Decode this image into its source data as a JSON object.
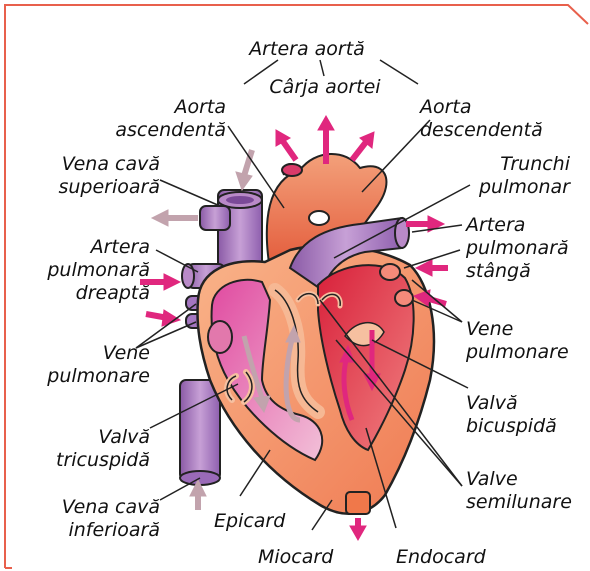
{
  "labels": {
    "artera_aorta": "Artera aortă",
    "carja_aortei": "Cârja aortei",
    "aorta_ascendenta": [
      "Aorta",
      "ascendentă"
    ],
    "aorta_descendenta": [
      "Aorta",
      "descendentă"
    ],
    "vena_cava_superioara": [
      "Vena cavă",
      "superioară"
    ],
    "trunchi_pulmonar": [
      "Trunchi",
      "pulmonar"
    ],
    "artera_pulmonara_dreapta": [
      "Artera",
      "pulmonară",
      "dreaptă"
    ],
    "artera_pulmonara_stanga": [
      "Artera",
      "pulmonară",
      "stângă"
    ],
    "vene_pulmonare_left": [
      "Vene",
      "pulmonare"
    ],
    "vene_pulmonare_right": [
      "Vene",
      "pulmonare"
    ],
    "valva_tricuspida": [
      "Valvă",
      "tricuspidă"
    ],
    "valva_bicuspida": [
      "Valvă",
      "bicuspidă"
    ],
    "valve_semilunare": [
      "Valve",
      "semilunare"
    ],
    "vena_cava_inferioara": [
      "Vena cavă",
      "inferioară"
    ],
    "epicard": "Epicard",
    "miocard": "Miocard",
    "endocard": "Endocard"
  },
  "colors": {
    "frame": "#e8604c",
    "aorta": "#ee7a4e",
    "vena_cava": "#b98ac8",
    "pulmonary_trunk": "#b98ac8",
    "right_heart": "#d43d8c",
    "left_heart": "#e33a3a",
    "epicard": "#f49566",
    "arrow_oxygenated": "#e0277e",
    "arrow_deoxygenated": "#c2a3ad",
    "leader_lines": "#222222"
  }
}
